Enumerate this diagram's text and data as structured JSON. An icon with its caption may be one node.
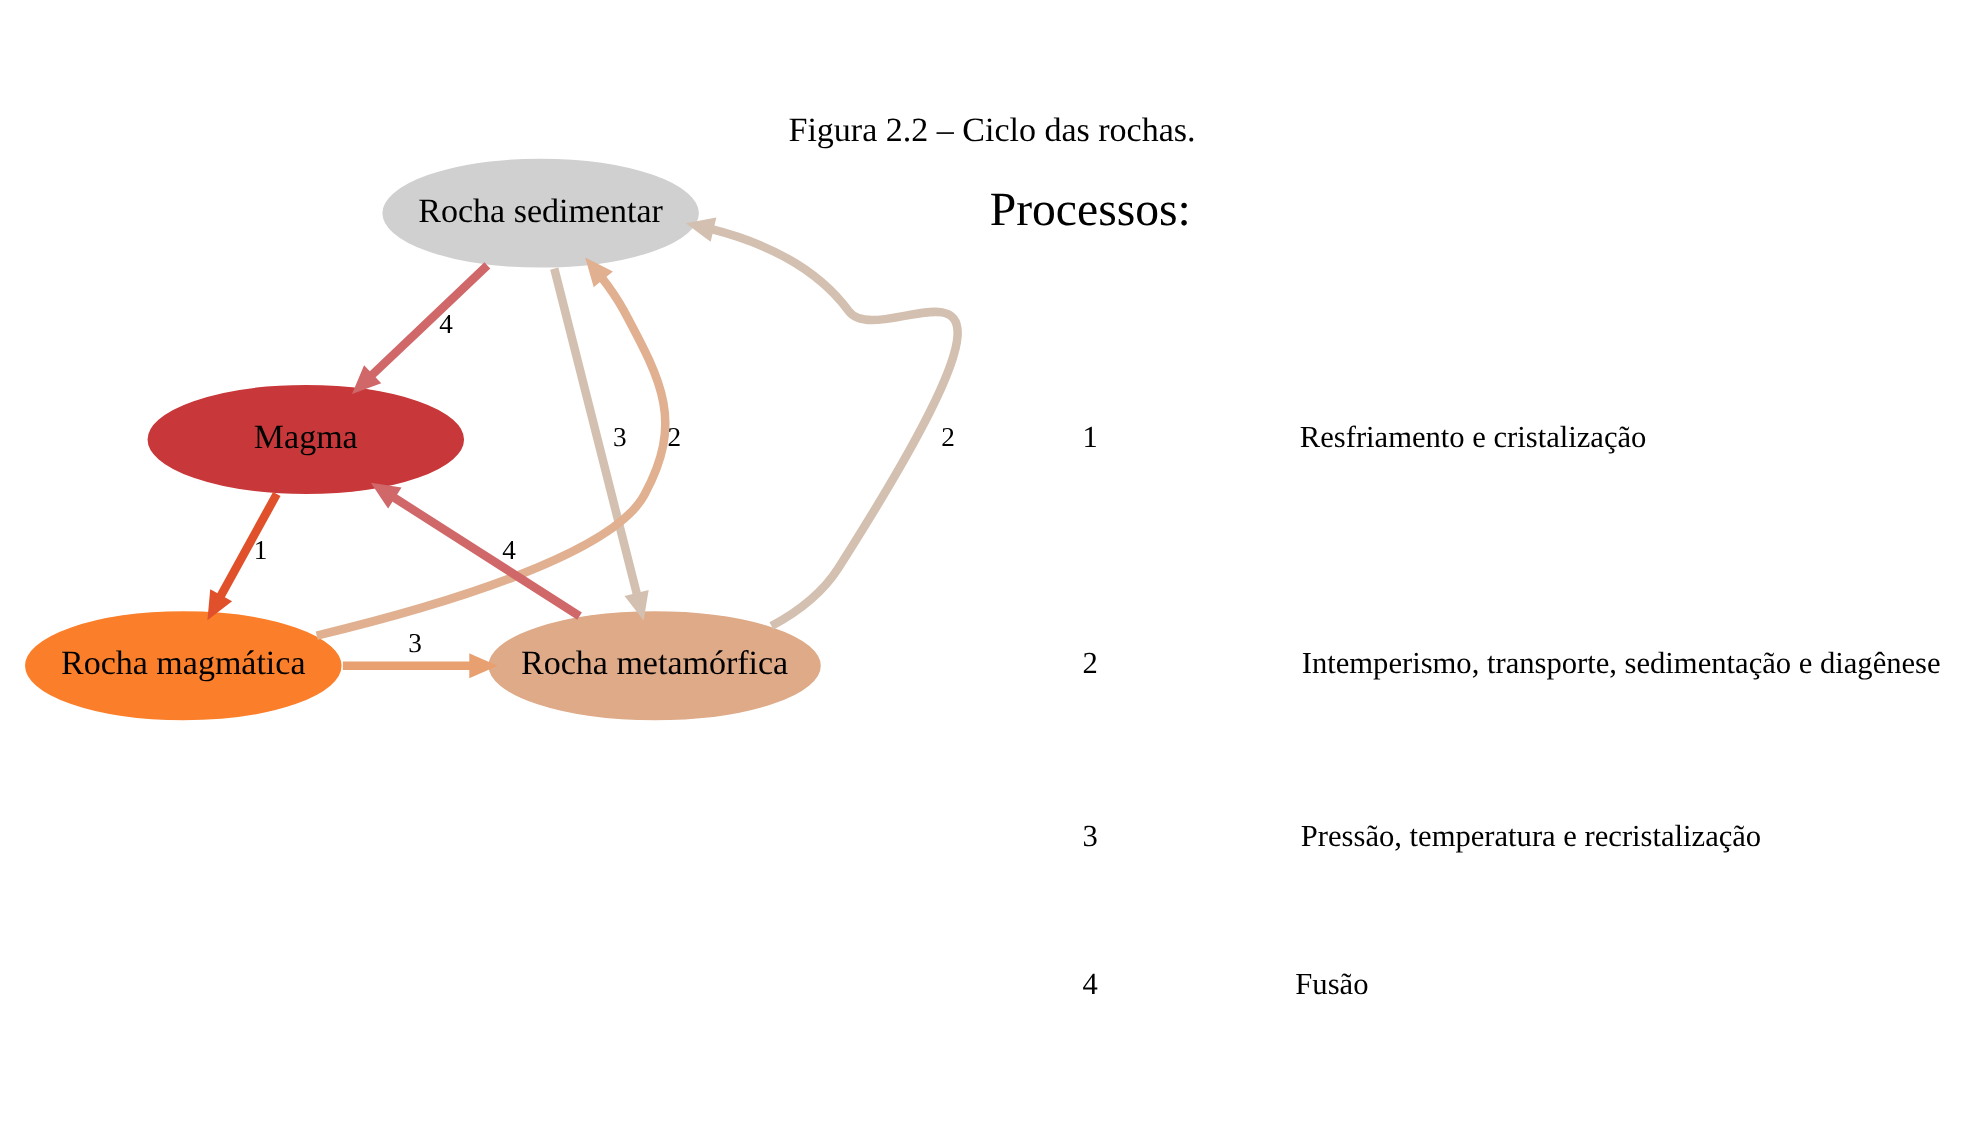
{
  "diagram": {
    "title": "Figura 2.2 – Ciclo das rochas.",
    "nodes": [
      {
        "text": [
          "Rocha sedimentar"
        ]
      },
      {
        "text": [
          "Magma"
        ]
      },
      {
        "text": [
          "Rocha magmática"
        ]
      },
      {
        "text": [
          "Rocha metamórfica"
        ]
      }
    ],
    "edges": [
      {
        "from": 0,
        "to": 1,
        "arrow": "to",
        "label": "4",
        "color": "#d0686a"
      },
      {
        "from": 1,
        "to": 2,
        "arrow": "to",
        "label": "1",
        "color": "#e0502a"
      },
      {
        "from": 3,
        "to": 1,
        "arrow": "to",
        "label": "4",
        "color": "#d0686a"
      },
      {
        "from": 2,
        "to": 0,
        "arrow": "to",
        "label": "2",
        "color": "#e0b090"
      },
      {
        "from": 0,
        "to": 3,
        "arrow": "to",
        "label": "3",
        "color": "#d4c0b0"
      },
      {
        "from": 3,
        "to": 0,
        "arrow": "to",
        "label": "2",
        "color": "#d4c0b0"
      },
      {
        "from": 2,
        "to": 3,
        "arrow": "to",
        "label": "3",
        "color": "#e8a070"
      }
    ],
    "labels": [
      "Processos:",
      "1",
      "Resfriamento e cristalização",
      "2",
      "Intemperismo, transporte, sedimentação e diagênese",
      "3",
      "Pressão, temperatura e recristalização",
      "4",
      "Fusão"
    ]
  }
}
